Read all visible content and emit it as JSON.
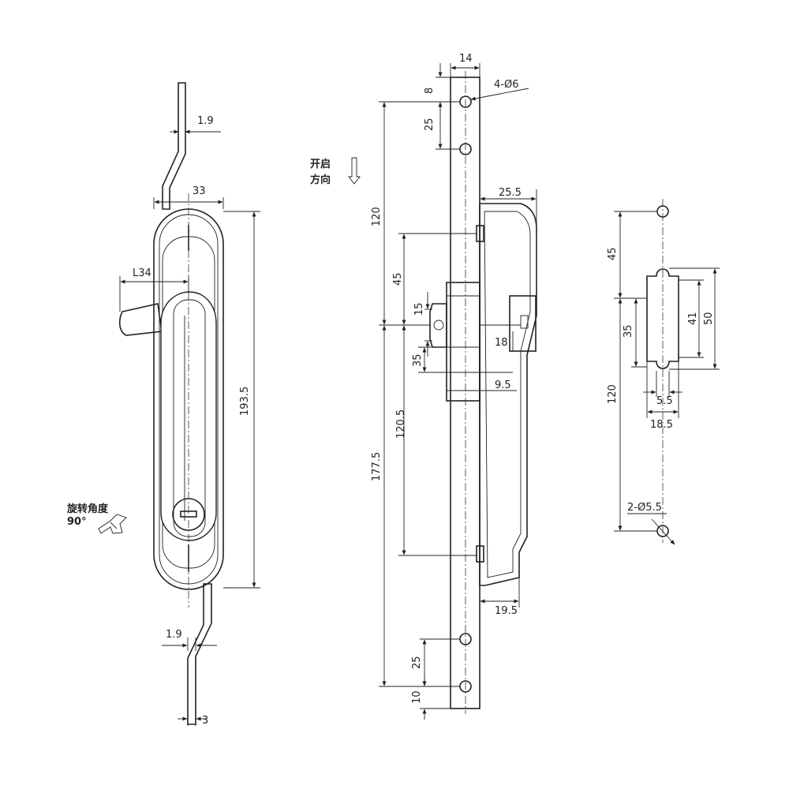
{
  "views": {
    "front": {
      "dims": {
        "d_1_9_top": "1.9",
        "d_33": "33",
        "d_L34": "L34",
        "d_193_5": "193.5",
        "d_1_9_bottom": "1.9",
        "d_3": "3"
      },
      "rotation": {
        "title": "旋转角度",
        "angle": "90°"
      }
    },
    "side": {
      "opening_direction": [
        "开启",
        "方向"
      ],
      "dims": {
        "d_14": "14",
        "d_8": "8",
        "d_4_d6": "4-Ø6",
        "d_25_top": "25",
        "d_120_top": "120",
        "d_25_5": "25.5",
        "d_45": "45",
        "d_15": "15",
        "d_18": "18",
        "d_35": "35",
        "d_9_5": "9.5",
        "d_120_5": "120.5",
        "d_177_5": "177.5",
        "d_19_5": "19.5",
        "d_25_bottom": "25",
        "d_10": "10"
      }
    },
    "cutout": {
      "dims": {
        "d_45": "45",
        "d_35": "35",
        "d_41": "41",
        "d_50": "50",
        "d_120": "120",
        "d_5_5": "5.5",
        "d_18_5": "18.5",
        "d_2_d5_5": "2-Ø5.5"
      }
    }
  }
}
